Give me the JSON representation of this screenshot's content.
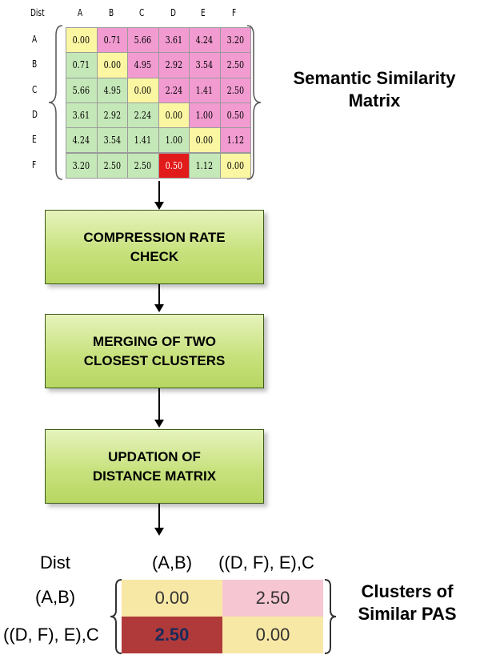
{
  "top_matrix": {
    "corner": "Dist",
    "col_headers": [
      "A",
      "B",
      "C",
      "D",
      "E",
      "F"
    ],
    "row_headers": [
      "A",
      "B",
      "C",
      "D",
      "E",
      "F"
    ],
    "values": [
      [
        "0.00",
        "0.71",
        "5.66",
        "3.61",
        "4.24",
        "3.20"
      ],
      [
        "0.71",
        "0.00",
        "4.95",
        "2.92",
        "3.54",
        "2.50"
      ],
      [
        "5.66",
        "4.95",
        "0.00",
        "2.24",
        "1.41",
        "2.50"
      ],
      [
        "3.61",
        "2.92",
        "2.24",
        "0.00",
        "1.00",
        "0.50"
      ],
      [
        "4.24",
        "3.54",
        "1.41",
        "1.00",
        "0.00",
        "1.12"
      ],
      [
        "3.20",
        "2.50",
        "2.50",
        "0.50",
        "1.12",
        "0.00"
      ]
    ],
    "caption_line1": "Semantic Similarity",
    "caption_line2": "Matrix"
  },
  "steps": [
    {
      "line1": "COMPRESSION RATE",
      "line2": "CHECK"
    },
    {
      "line1": "MERGING OF TWO",
      "line2": "CLOSEST CLUSTERS"
    },
    {
      "line1": "UPDATION OF",
      "line2": "DISTANCE MATRIX"
    }
  ],
  "bottom_matrix": {
    "corner": "Dist",
    "col_headers": [
      "(A,B)",
      "((D, F), E),C"
    ],
    "row_headers": [
      "(A,B)",
      "((D, F), E),C"
    ],
    "values": [
      [
        "0.00",
        "2.50"
      ],
      [
        "2.50",
        "0.00"
      ]
    ],
    "caption_line1": "Clusters of",
    "caption_line2": "Similar PAS"
  },
  "colors": {
    "diagonal_yellow": "#fbf6a2",
    "upper_pink": "#f29bd1",
    "lower_green": "#c5e8b8",
    "highlight_red": "#e11a1a",
    "box_green": "#c8e27e",
    "bottom_yellow": "#f8e8a6",
    "bottom_pink": "#f6c6d2",
    "bottom_red": "#b03a3a"
  }
}
